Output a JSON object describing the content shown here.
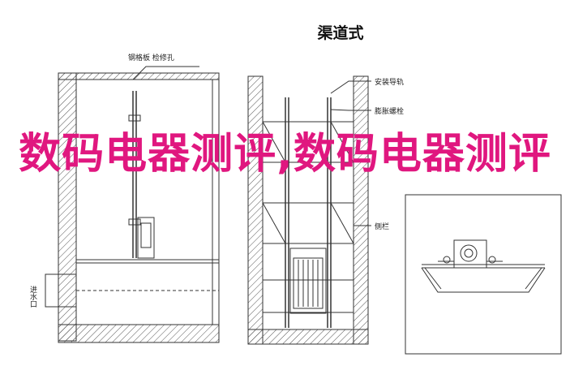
{
  "diagram": {
    "title": "渠道式",
    "labels": {
      "steel_plate": "钢格板 检修孔",
      "mounting_rail": "安装导轨",
      "expansion_bolt": "膨胀螺栓",
      "side_rail": "侧栏",
      "inlet": "进水口"
    }
  },
  "watermark": {
    "text": "数码电器测评,数码电器测评"
  }
}
